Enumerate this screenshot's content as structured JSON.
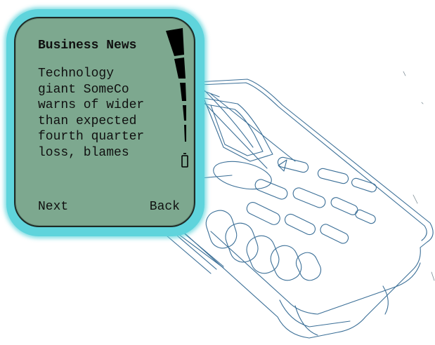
{
  "screen": {
    "title": "Business News",
    "body_lines": [
      "Technology",
      "giant SomeCo",
      "warns of wider",
      "than expected",
      "fourth quarter",
      "loss, blames"
    ]
  },
  "softkeys": {
    "left_label": "Next",
    "right_label": "Back"
  },
  "signal_indicator": {
    "icon": "signal-strength-bars"
  },
  "battery_indicator": {
    "icon": "battery-icon"
  },
  "colors": {
    "screen_background": "#7da88f",
    "screen_glow": "#5fd4dc",
    "text": "#101010",
    "sketch_lines": "#3b6f97"
  }
}
